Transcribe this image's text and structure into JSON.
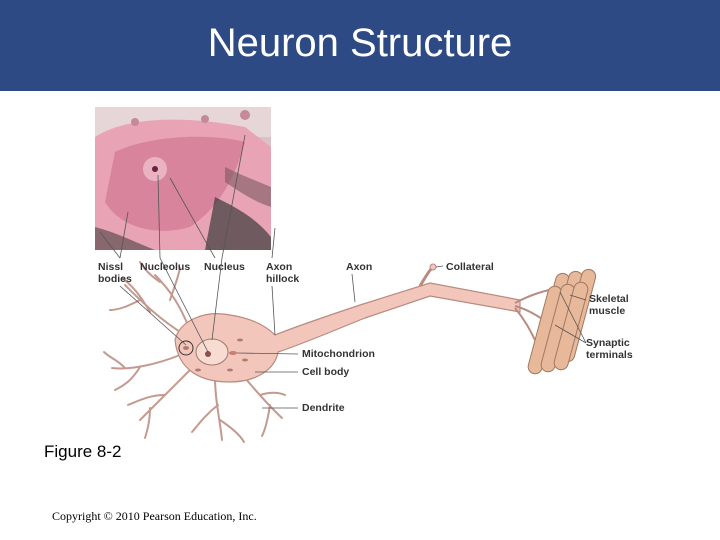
{
  "slide": {
    "title": "Neuron Structure",
    "figure_caption": "Figure 8-2",
    "copyright": "Copyright © 2010 Pearson Education, Inc."
  },
  "labels": {
    "nissl_1": "Nissl",
    "nissl_2": "bodies",
    "nucleolus": "Nucleolus",
    "nucleus": "Nucleus",
    "axon_hillock_1": "Axon",
    "axon_hillock_2": "hillock",
    "axon": "Axon",
    "collateral": "Collateral",
    "skeletal_1": "Skeletal",
    "skeletal_2": "muscle",
    "synaptic_1": "Synaptic",
    "synaptic_2": "terminals",
    "mitochondrion": "Mitochondrion",
    "cell_body": "Cell body",
    "dendrite": "Dendrite"
  },
  "colors": {
    "title_bar": "#2e4a85",
    "neuron_fill": "#f3c6bc",
    "neuron_stroke": "#b98a80",
    "micrograph_bg": "#e8a4b4",
    "muscle": "#e8b89a"
  }
}
